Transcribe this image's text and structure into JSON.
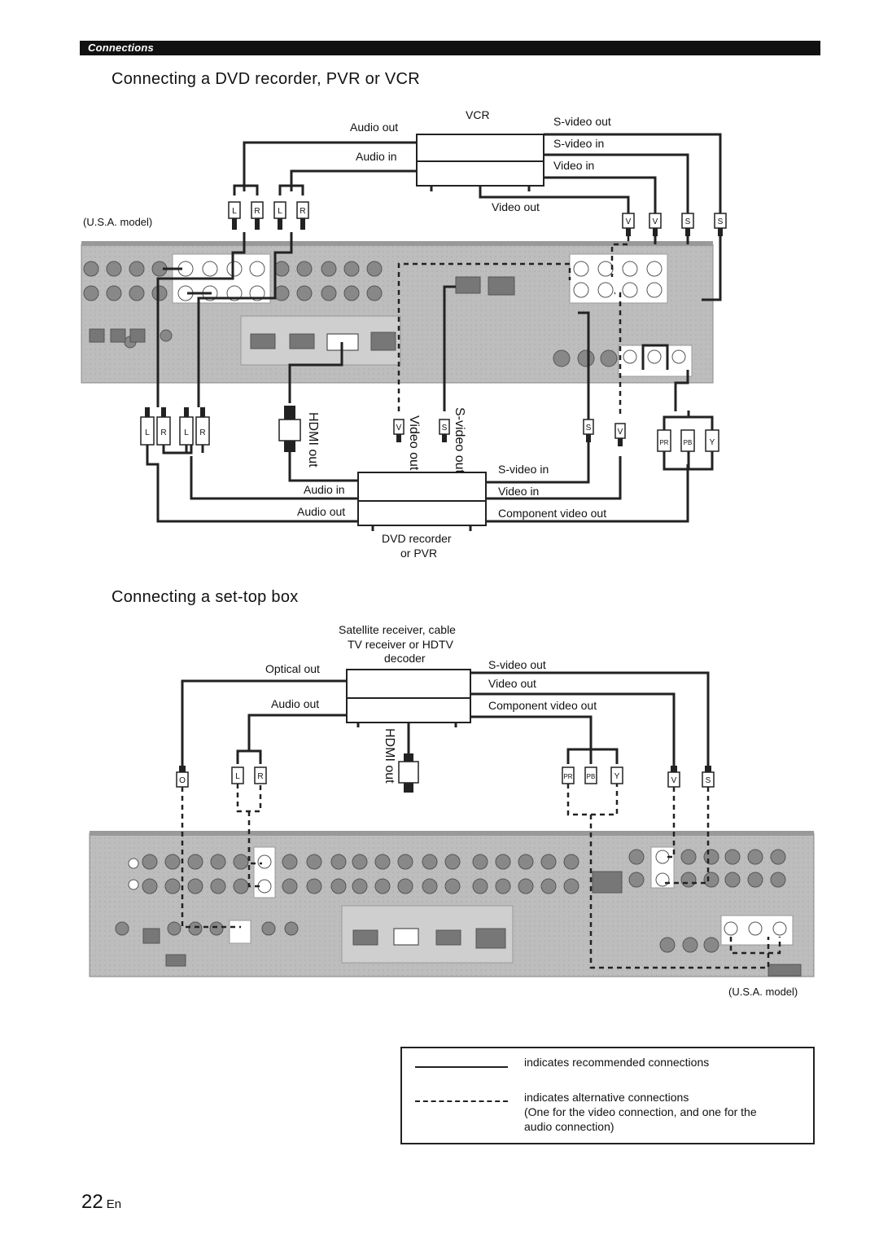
{
  "header": {
    "section_label": "Connections"
  },
  "sections": [
    {
      "title": "Connecting a DVD recorder, PVR or VCR"
    },
    {
      "title": "Connecting a set-top box"
    }
  ],
  "diagram1": {
    "device_top_name": "VCR",
    "device_bottom_name_line1": "DVD recorder",
    "device_bottom_name_line2": "or PVR",
    "model_label": "(U.S.A. model)",
    "labels": {
      "audio_out_top": "Audio out",
      "audio_in_top": "Audio in",
      "svideo_out_top": "S-video out",
      "svideo_in_top": "S-video in",
      "video_in_top": "Video in",
      "video_out_top": "Video out",
      "hdmi_out": "HDMI out",
      "video_out_vertical": "Video out",
      "svideo_out_vertical": "S-video out",
      "audio_in_bottom": "Audio in",
      "audio_out_bottom": "Audio out",
      "svideo_in_bottom": "S-video in",
      "video_in_bottom": "Video in",
      "component_video_out": "Component video out"
    },
    "plug_letters_top": [
      "L",
      "R",
      "L",
      "R",
      "V",
      "V",
      "S",
      "S"
    ],
    "plug_letters_bottom": [
      "L",
      "R",
      "L",
      "R",
      "V",
      "S",
      "S",
      "V",
      "PR",
      "PB",
      "Y"
    ]
  },
  "diagram2": {
    "device_name_line1": "Satellite receiver, cable",
    "device_name_line2": "TV receiver or HDTV",
    "device_name_line3": "decoder",
    "model_label": "(U.S.A. model)",
    "labels": {
      "optical_out": "Optical out",
      "audio_out": "Audio out",
      "svideo_out": "S-video out",
      "video_out": "Video out",
      "component_video_out": "Component video out",
      "hdmi_out": "HDMI out"
    },
    "plug_letters": [
      "O",
      "L",
      "R",
      "PR",
      "PB",
      "Y",
      "V",
      "S"
    ]
  },
  "legend": {
    "recommended": "indicates recommended connections",
    "alternative_line1": "indicates alternative connections",
    "alternative_line2": "(One for the video connection, and one for the",
    "alternative_line3": "audio connection)"
  },
  "page": {
    "number": "22",
    "suffix": "En"
  }
}
